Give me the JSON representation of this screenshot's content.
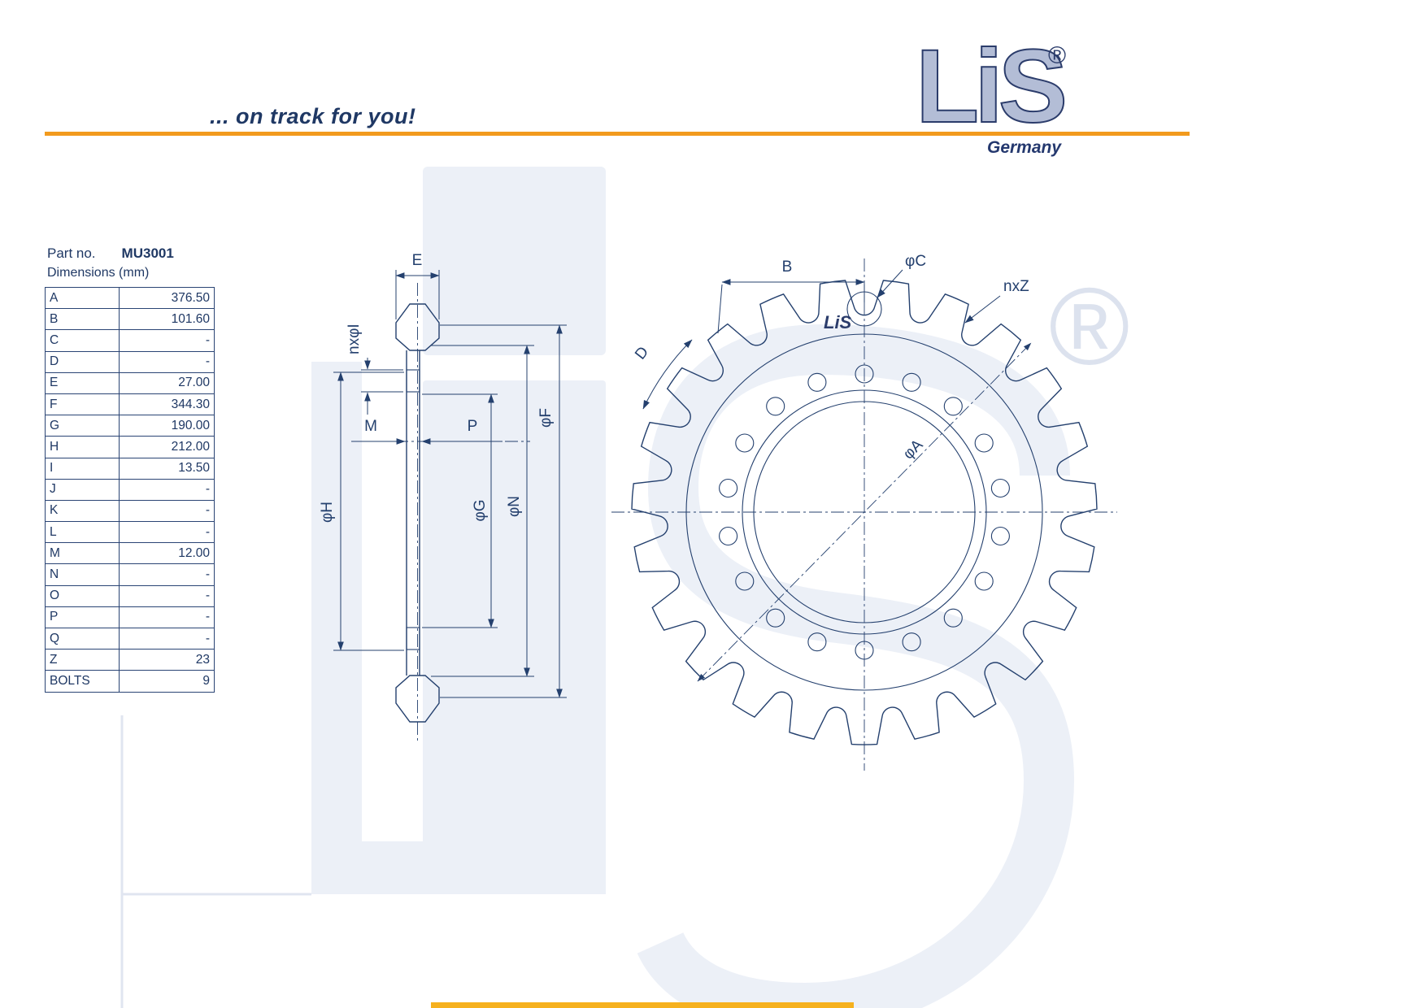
{
  "header": {
    "slogan": "... on track for you!",
    "accent_color": "#f29a1d"
  },
  "logo": {
    "name": "LiS",
    "registered": "®",
    "country": "Germany"
  },
  "part": {
    "part_no_label": "Part no.",
    "part_no": "MU3001",
    "dimensions_label": "Dimensions (mm)"
  },
  "table": {
    "rows": [
      {
        "key": "A",
        "value": "376.50"
      },
      {
        "key": "B",
        "value": "101.60"
      },
      {
        "key": "C",
        "value": "-"
      },
      {
        "key": "D",
        "value": "-"
      },
      {
        "key": "E",
        "value": "27.00"
      },
      {
        "key": "F",
        "value": "344.30"
      },
      {
        "key": "G",
        "value": "190.00"
      },
      {
        "key": "H",
        "value": "212.00"
      },
      {
        "key": "I",
        "value": "13.50"
      },
      {
        "key": "J",
        "value": "-"
      },
      {
        "key": "K",
        "value": "-"
      },
      {
        "key": "L",
        "value": "-"
      },
      {
        "key": "M",
        "value": "12.00"
      },
      {
        "key": "N",
        "value": "-"
      },
      {
        "key": "O",
        "value": "-"
      },
      {
        "key": "P",
        "value": "-"
      },
      {
        "key": "Q",
        "value": "-"
      },
      {
        "key": "Z",
        "value": "23"
      },
      {
        "key": "BOLTS",
        "value": "9"
      }
    ]
  },
  "drawing": {
    "teeth": 23,
    "bolt_holes": 18,
    "line_color": "#24406e",
    "labels": {
      "E": "E",
      "nxI": "nxφI",
      "M": "M",
      "P": "P",
      "F": "φF",
      "H": "φH",
      "G": "φG",
      "N": "φN",
      "B": "B",
      "C": "φC",
      "Z": "nxZ",
      "D": "D",
      "A": "φA",
      "registered": "®",
      "mini_logo": "LiS"
    }
  }
}
